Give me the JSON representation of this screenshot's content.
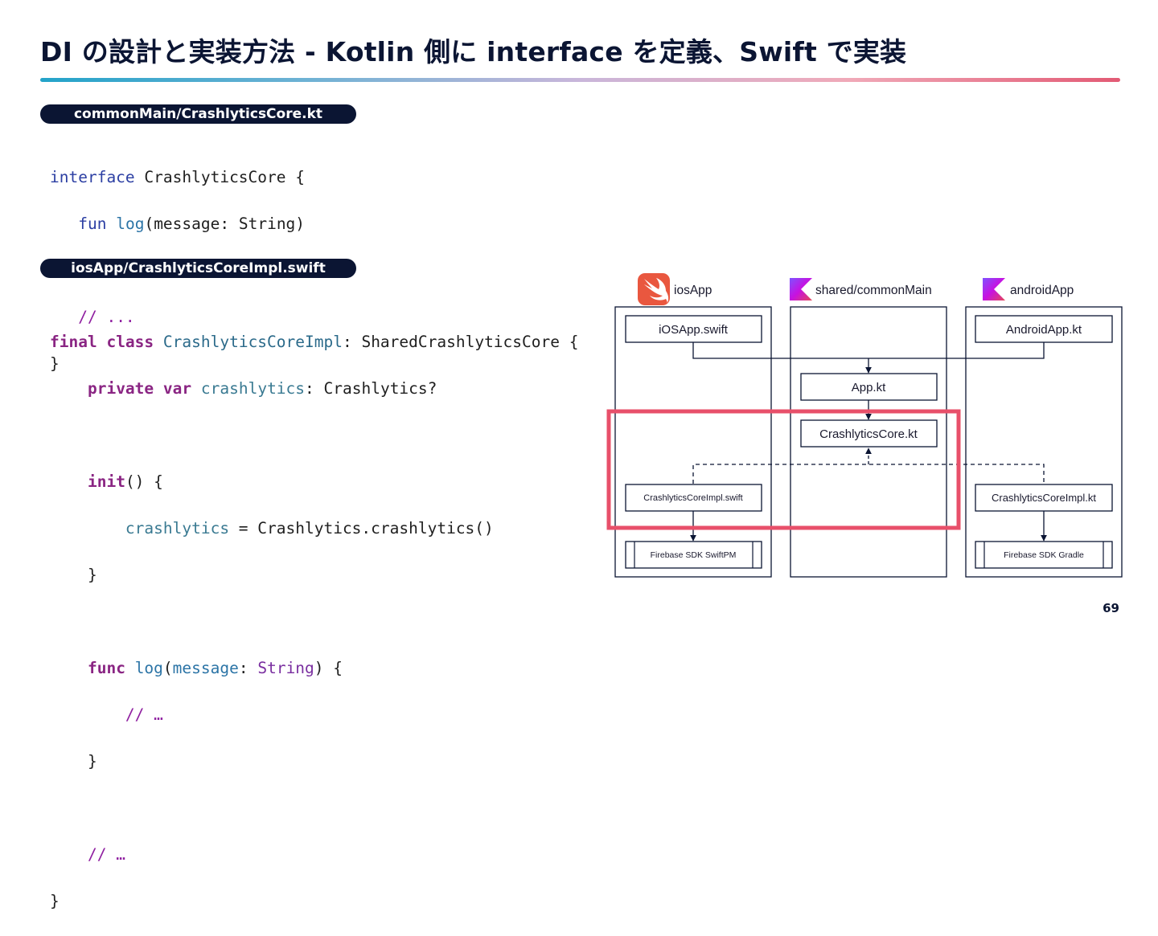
{
  "title": "DI の設計と実装方法 - Kotlin 側に interface を定義、Swift で実装",
  "page_number": "69",
  "common_label": "commonMain/CrashlyticsCore.kt",
  "ios_label": "iosApp/CrashlyticsCoreImpl.swift",
  "kotlin_code": {
    "l1_kw": "interface",
    "l1_rest": " CrashlyticsCore {",
    "l2_kw": "fun",
    "l2_fn": "log",
    "l2_rest": "(message: String)",
    "l4_cm": "// ...",
    "l5": "}"
  },
  "swift_code": {
    "l1_kw1": "final",
    "l1_kw2": "class",
    "l1_ty": "CrashlyticsCoreImpl",
    "l1_rest": ": SharedCrashlyticsCore {",
    "l2_kw1": "private",
    "l2_kw2": "var",
    "l2_prop": "crashlytics",
    "l2_rest": ": Crashlytics?",
    "l4_kw": "init",
    "l4_rest": "() {",
    "l5_prop": "crashlytics",
    "l5_rest": " = Crashlytics.crashlytics()",
    "l6": "}",
    "l8_kw": "func",
    "l8_fn": "log",
    "l8_p1": "(",
    "l8_param": "message",
    "l8_p2": ": ",
    "l8_type": "String",
    "l8_p3": ") {",
    "l9_cm": "// …",
    "l10": "}",
    "l12_cm": "// …",
    "l13": "}"
  },
  "diagram": {
    "lanes": [
      {
        "label": "iosApp",
        "icon": "swift-logo-icon"
      },
      {
        "label": "shared/commonMain",
        "icon": "kotlin-logo-icon"
      },
      {
        "label": "androidApp",
        "icon": "kotlin-logo-icon"
      }
    ],
    "boxes": {
      "ios_app": "iOSApp.swift",
      "android_app": "AndroidApp.kt",
      "app_kt": "App.kt",
      "core_kt": "CrashlyticsCore.kt",
      "ios_impl": "CrashlyticsCoreImpl.swift",
      "android_impl": "CrashlyticsCoreImpl.kt",
      "ios_sdk": "Firebase SDK SwiftPM",
      "android_sdk": "Firebase SDK Gradle"
    },
    "colors": {
      "highlight": "#e8506a",
      "swift": "#e9573f",
      "kotlin_start": "#7f52ff",
      "kotlin_end": "#e44857"
    }
  }
}
